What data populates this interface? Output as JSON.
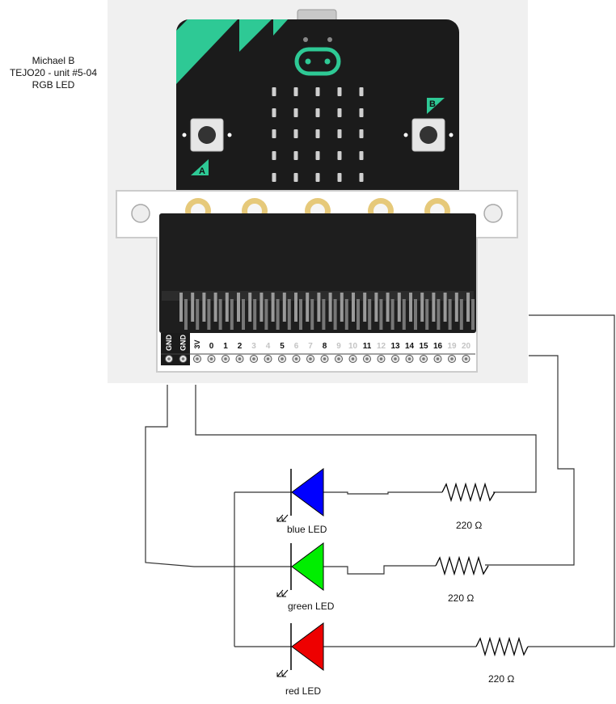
{
  "title": {
    "author": "Michael B",
    "course": "TEJO20 -  unit #5-04",
    "project": "RGB LED"
  },
  "board": {
    "button_a": "A",
    "button_b": "B",
    "pins": [
      "GND",
      "GND",
      "3V",
      "0",
      "1",
      "2",
      "3",
      "4",
      "5",
      "6",
      "7",
      "8",
      "9",
      "10",
      "11",
      "12",
      "13",
      "14",
      "15",
      "16",
      "19",
      "20"
    ],
    "dim_pins": [
      "3",
      "4",
      "6",
      "7",
      "9",
      "10",
      "12",
      "19",
      "20"
    ]
  },
  "leds": [
    {
      "label": "blue LED",
      "color": "#0000ff"
    },
    {
      "label": "green LED",
      "color": "#00ee00"
    },
    {
      "label": "red LED",
      "color": "#ee0000"
    }
  ],
  "resistors": [
    {
      "label": "220 Ω"
    },
    {
      "label": "220 Ω"
    },
    {
      "label": "220 Ω"
    }
  ],
  "colors": {
    "board_bg": "#f0f0f0",
    "pcb": "#1b1b1b",
    "accent": "#2ec995",
    "gold": "#e6c97a",
    "wire": "#333333"
  }
}
